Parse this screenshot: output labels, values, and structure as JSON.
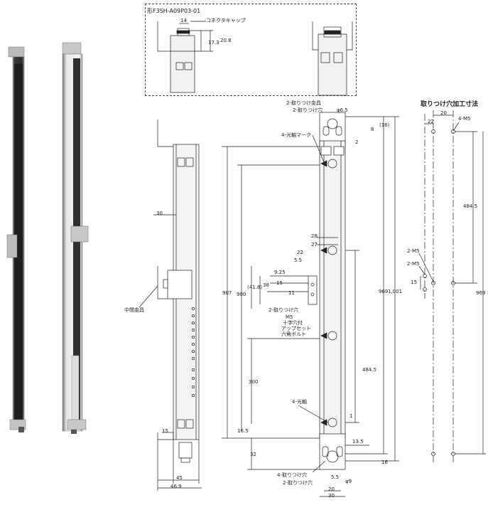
{
  "detail": {
    "title": "形F3SH-A09P03-01",
    "cap_label": "コネクタキャップ",
    "dim_14": "14",
    "dim_17_3": "17.3",
    "dim_20_8": "20.8"
  },
  "front": {
    "dim_30": "30",
    "middle_bracket": "中間金具",
    "dim_15": "15",
    "dim_45": "45",
    "dim_46_9": "46.9"
  },
  "side": {
    "top_bracket": "2-取りつけ金具",
    "top_hole": "2-取りつけ穴",
    "phi": "φ6.5",
    "optical_mark": "4-光軸マーク",
    "dim_16p": "(16)",
    "dim_8": "8",
    "dim_2": "2",
    "dim_907": "907",
    "dim_900": "900",
    "dim_41_8": "(41.8)",
    "dim_38": "38",
    "dim_28": "28",
    "dim_27": "27",
    "dim_22": "22",
    "dim_5_5a": "5.5",
    "dim_9_25": "9.25",
    "dim_15": "15",
    "dim_11": "11",
    "mid_hole": "2-取りつけ穴",
    "m5": "M5",
    "cross_hole": "十字穴付",
    "upset": "アップセット",
    "hex_bolt": "六角ボルト",
    "dim_300": "300",
    "dim_484_5": "484.5",
    "optical_axis": "4-光軸",
    "dim_1": "1",
    "dim_16_5": "16.5",
    "dim_13_5": "13.5",
    "dim_32": "32",
    "dim_16": "16",
    "dim_969": "969",
    "dim_1001": "1,001",
    "dim_5_5b": "5.5",
    "bot_hole4": "4-取りつけ穴",
    "bot_hole2": "2-取りつけ穴",
    "dim_20": "20",
    "dim_30": "30",
    "phi9": "φ9"
  },
  "mount": {
    "title": "取りつけ穴加工寸法",
    "dim_20": "20",
    "dim_22": "22",
    "m5_4": "4-M5",
    "dim_484_5": "484.5",
    "m5_2a": "2-M5",
    "m5_2b": "2-M5",
    "dim_15": "15",
    "dim_969": "969"
  }
}
